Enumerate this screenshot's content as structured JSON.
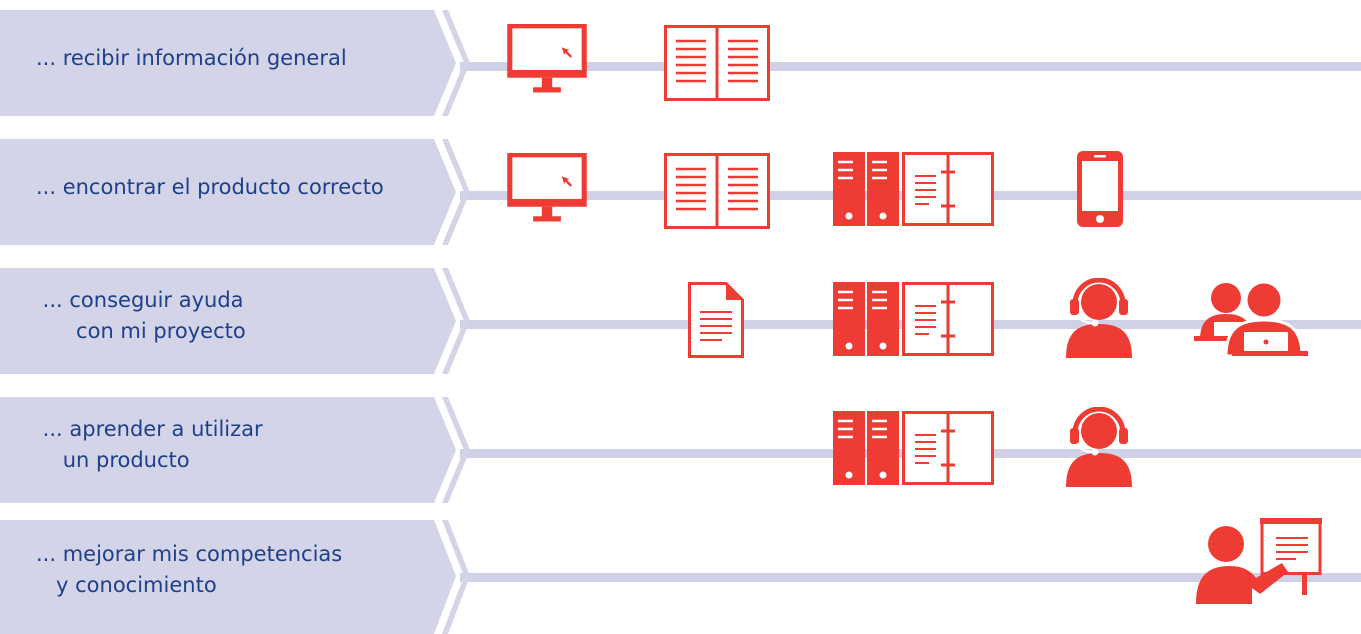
{
  "colors": {
    "accent": "#ee3b33",
    "label_bg": "#d4d4e8",
    "connector": "#d0d0e6",
    "text": "#1e3f8a"
  },
  "rows": [
    {
      "label": "... recibir información general",
      "icons": [
        "monitor-icon",
        "open-book-icon"
      ]
    },
    {
      "label": "... encontrar el producto correcto",
      "icons": [
        "monitor-icon",
        "open-book-icon",
        "binders-catalog-icon",
        "smartphone-icon"
      ]
    },
    {
      "label": " ... conseguir ayuda\n      con mi proyecto",
      "icons": [
        "document-icon",
        "binders-catalog-icon",
        "support-agent-icon",
        "team-laptops-icon"
      ]
    },
    {
      "label": " ... aprender a utilizar\n    un producto",
      "icons": [
        "binders-catalog-icon",
        "support-agent-icon"
      ]
    },
    {
      "label": "... mejorar mis competencias\n   y conocimiento",
      "icons": [
        "presenter-icon"
      ]
    }
  ]
}
